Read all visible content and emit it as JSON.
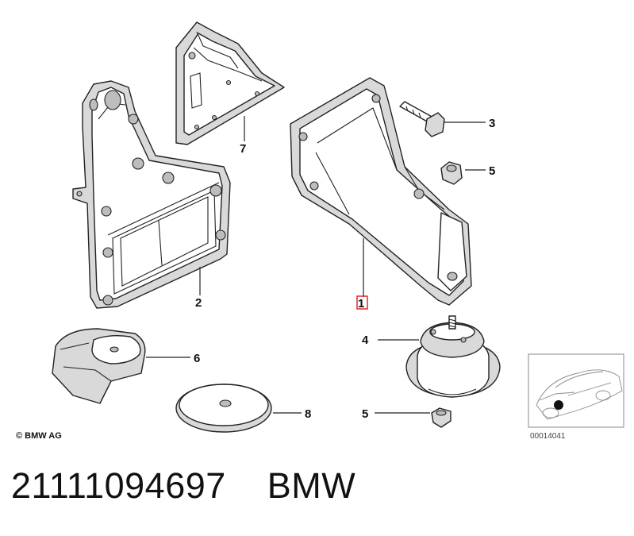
{
  "diagram": {
    "callouts": {
      "c1": "1",
      "c2": "2",
      "c3": "3",
      "c4": "4",
      "c5a": "5",
      "c5b": "5",
      "c6": "6",
      "c7": "7",
      "c8": "8"
    },
    "highlighted_callout": "1",
    "highlight_color": "#e0191b",
    "copyright": "© BMW AG",
    "thumbnail_code": "00014041"
  },
  "caption": {
    "part_number": "21111094697",
    "brand": "BMW"
  }
}
